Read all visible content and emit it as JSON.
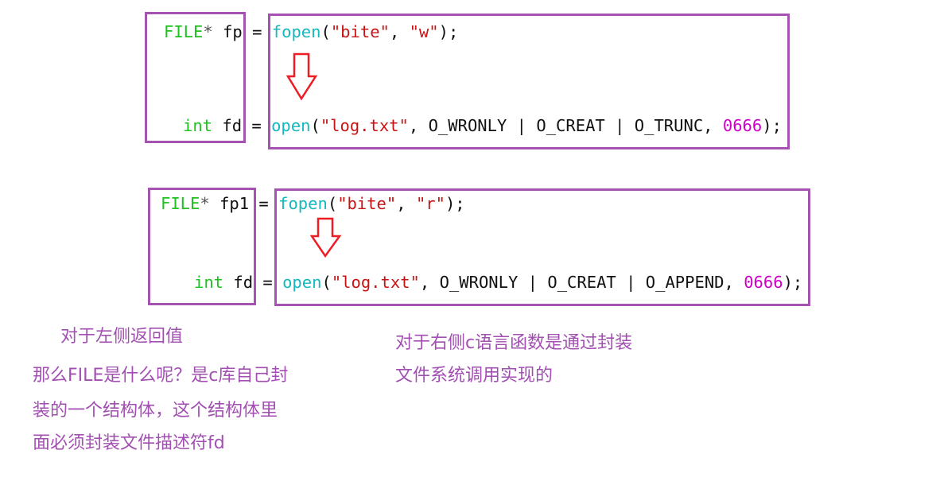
{
  "code_lines": [
    [
      {
        "t": "FILE",
        "c": "kw"
      },
      {
        "t": "* ",
        "c": "op"
      },
      {
        "t": "fp = ",
        "c": ""
      },
      {
        "t": "fopen",
        "c": "fn"
      },
      {
        "t": "(",
        "c": ""
      },
      {
        "t": "\"bite\"",
        "c": "str"
      },
      {
        "t": ", ",
        "c": ""
      },
      {
        "t": "\"w\"",
        "c": "str"
      },
      {
        "t": ");",
        "c": ""
      }
    ],
    [
      {
        "t": "int",
        "c": "kw"
      },
      {
        "t": " fd = ",
        "c": ""
      },
      {
        "t": "open",
        "c": "fn"
      },
      {
        "t": "(",
        "c": ""
      },
      {
        "t": "\"log.txt\"",
        "c": "str"
      },
      {
        "t": ", O_WRONLY | O_CREAT | O_TRUNC, ",
        "c": ""
      },
      {
        "t": "0666",
        "c": "num"
      },
      {
        "t": ");",
        "c": ""
      }
    ],
    [
      {
        "t": "FILE",
        "c": "kw"
      },
      {
        "t": "* ",
        "c": "op"
      },
      {
        "t": "fp1 = ",
        "c": ""
      },
      {
        "t": "fopen",
        "c": "fn"
      },
      {
        "t": "(",
        "c": ""
      },
      {
        "t": "\"bite\"",
        "c": "str"
      },
      {
        "t": ", ",
        "c": ""
      },
      {
        "t": "\"r\"",
        "c": "str"
      },
      {
        "t": ");",
        "c": ""
      }
    ],
    [
      {
        "t": "int",
        "c": "kw"
      },
      {
        "t": " fd = ",
        "c": ""
      },
      {
        "t": "open",
        "c": "fn"
      },
      {
        "t": "(",
        "c": ""
      },
      {
        "t": "\"log.txt\"",
        "c": "str"
      },
      {
        "t": ", O_WRONLY | O_CREAT | O_APPEND, ",
        "c": ""
      },
      {
        "t": "0666",
        "c": "num"
      },
      {
        "t": ");",
        "c": ""
      }
    ]
  ],
  "notes": {
    "left_title": "对于左侧返回值",
    "left_body": [
      "那么FILE是什么呢？是c库自己封",
      "装的一个结构体，这个结构体里",
      "面必须封装文件描述符fd"
    ],
    "right_body": [
      "对于右侧c语言函数是通过封装",
      "文件系统调用实现的"
    ]
  },
  "colors": {
    "box": "#a453b0",
    "arrow": "#ee1c24",
    "note": "#a24fb2"
  }
}
